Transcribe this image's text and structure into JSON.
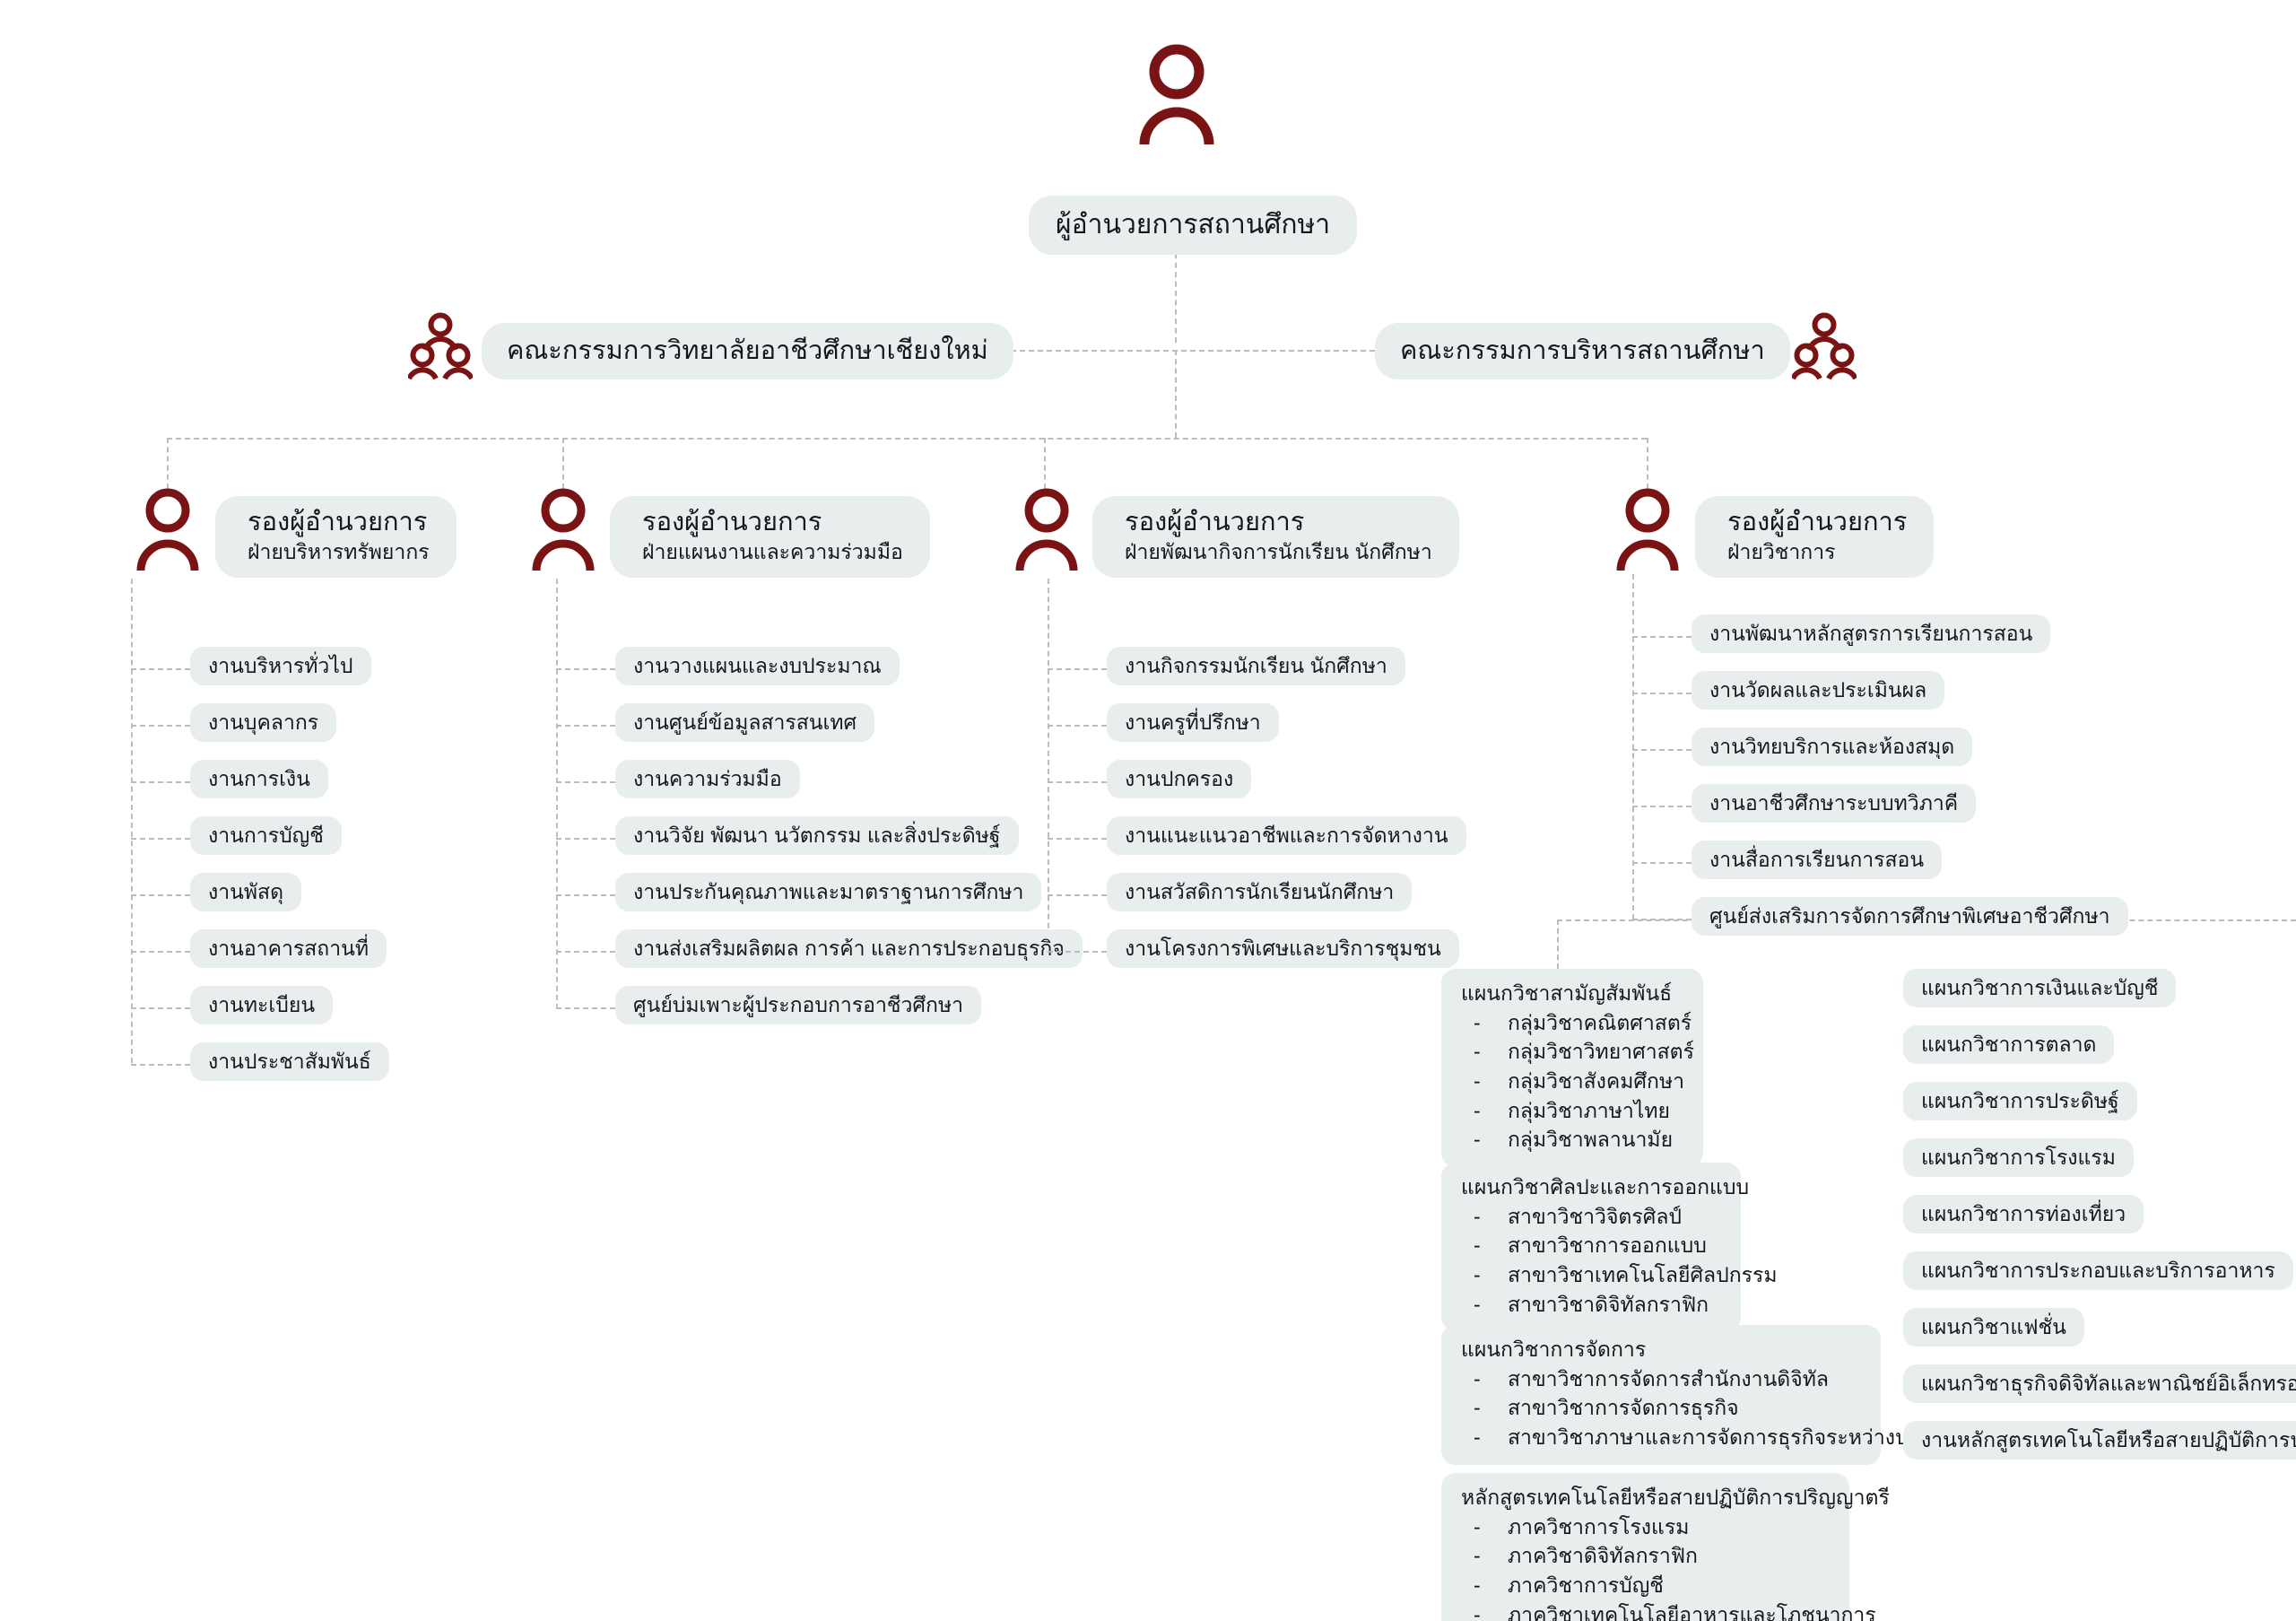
{
  "colors": {
    "icon": "#7a1313",
    "pill_bg": "#e8edee",
    "connector": "#b9bdc0",
    "text": "#15171a",
    "page_bg": "#ffffff"
  },
  "root": {
    "label": "ผู้อำนวยการสถานศึกษา",
    "icon": "person-icon"
  },
  "boards": [
    {
      "label": "คณะกรรมการวิทยาลัยอาชีวศึกษาเชียงใหม่",
      "icon": "group-people-icon"
    },
    {
      "label": "คณะกรรมการบริหารสถานศึกษา",
      "icon": "group-people-icon"
    }
  ],
  "deputies": [
    {
      "title": "รองผู้อำนวยการ",
      "subtitle": "ฝ่ายบริหารทรัพยากร",
      "icon": "person-icon",
      "tasks": [
        "งานบริหารทั่วไป",
        "งานบุคลากร",
        "งานการเงิน",
        "งานการบัญชี",
        "งานพัสดุ",
        "งานอาคารสถานที่",
        "งานทะเบียน",
        "งานประชาสัมพันธ์"
      ]
    },
    {
      "title": "รองผู้อำนวยการ",
      "subtitle": "ฝ่ายแผนงานและความร่วมมือ",
      "icon": "person-icon",
      "tasks": [
        "งานวางแผนและงบประมาณ",
        "งานศูนย์ข้อมูลสารสนเทศ",
        "งานความร่วมมือ",
        "งานวิจัย พัฒนา นวัตกรรม และสิ่งประดิษฐ์",
        "งานประกันคุณภาพและมาตราฐานการศึกษา",
        "งานส่งเสริมผลิตผล การค้า และการประกอบธุรกิจ",
        "ศูนย์บ่มเพาะผู้ประกอบการอาชีวศึกษา"
      ]
    },
    {
      "title": "รองผู้อำนวยการ",
      "subtitle": "ฝ่ายพัฒนากิจการนักเรียน นักศึกษา",
      "icon": "person-icon",
      "tasks": [
        "งานกิจกรรมนักเรียน นักศึกษา",
        "งานครูที่ปรึกษา",
        "งานปกครอง",
        "งานแนะแนวอาชีพและการจัดหางาน",
        "งานสวัสดิการนักเรียนนักศึกษา",
        "งานโครงการพิเศษและบริการชุมชน"
      ]
    },
    {
      "title": "รองผู้อำนวยการ",
      "subtitle": "ฝ่ายวิชาการ",
      "icon": "person-icon",
      "tasks": [
        "งานพัฒนาหลักสูตรการเรียนการสอน",
        "งานวัดผลและประเมินผล",
        "งานวิทยบริการและห้องสมุด",
        "งานอาชีวศึกษาระบบทวิภาคี",
        "งานสื่อการเรียนการสอน",
        "ศูนย์ส่งเสริมการจัดการศึกษาพิเศษอาชีวศึกษา"
      ]
    }
  ],
  "department_groups": [
    {
      "title": "แผนกวิชาสามัญสัมพันธ์",
      "items": [
        "กลุ่มวิชาคณิตศาสตร์",
        "กลุ่มวิชาวิทยาศาสตร์",
        "กลุ่มวิชาสังคมศึกษา",
        "กลุ่มวิชาภาษาไทย",
        "กลุ่มวิชาพลานามัย"
      ]
    },
    {
      "title": "แผนกวิชาศิลปะและการออกแบบ",
      "items": [
        "สาขาวิชาวิจิตรศิลป์",
        "สาขาวิชาการออกแบบ",
        "สาขาวิชาเทคโนโลยีศิลปกรรม",
        "สาขาวิชาดิจิทัลกราฟิก"
      ]
    },
    {
      "title": "แผนกวิชาการจัดการ",
      "items": [
        "สาขาวิชาการจัดการสำนักงานดิจิทัล",
        "สาขาวิชาการจัดการธุรกิจ",
        "สาขาวิชาภาษาและการจัดการธุรกิจระหว่างประเทศ"
      ]
    },
    {
      "title": "หลักสูตรเทคโนโลยีหรือสายปฏิบัติการปริญญาตรี",
      "items": [
        "ภาควิชาการโรงแรม",
        "ภาควิชาดิจิทัลกราฟิก",
        "ภาควิชาการบัญชี",
        "ภาควิชาเทคโนโลยีอาหารและโภชนาการ"
      ]
    }
  ],
  "department_pills": [
    "แผนกวิชาการเงินและบัญชี",
    "แผนกวิชาการตลาด",
    "แผนกวิชาการประดิษฐ์",
    "แผนกวิชาการโรงแรม",
    "แผนกวิชาการท่องเที่ยว",
    "แผนกวิชาการประกอบและบริการอาหาร",
    "แผนกวิชาแฟชั่น",
    "แผนกวิชาธุรกิจดิจิทัลและพาณิชย์อิเล็กทรอนิกส์",
    "งานหลักสูตรเทคโนโลยีหรือสายปฏิบัติการปริญญาตรี"
  ]
}
